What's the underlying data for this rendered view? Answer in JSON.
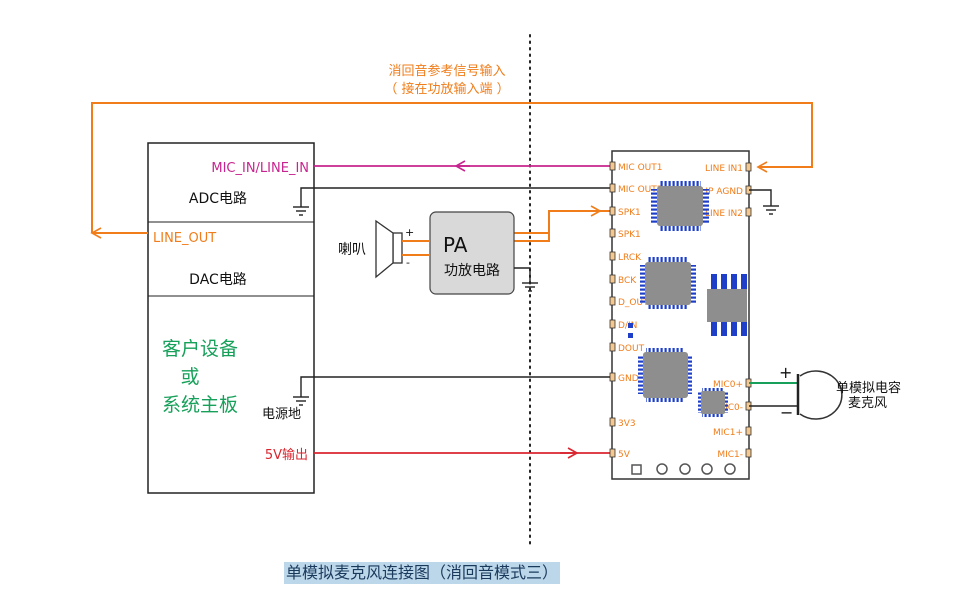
{
  "title": "单模拟麦克风连接图（消回音模式三）",
  "colors": {
    "orange": "#f07d1a",
    "magenta": "#c8248f",
    "red": "#d9262f",
    "green": "#17a05a",
    "chip": "#8e8e8e",
    "pin_blue": "#1f3fc9",
    "pa_fill": "#d9d9d9"
  },
  "echo_ref": {
    "line1": "消回音参考信号输入",
    "line2": "（ 接在功放输入端 ）"
  },
  "host": {
    "mic_in": "MIC_IN/LINE_IN",
    "adc": "ADC电路",
    "line_out": "LINE_OUT",
    "dac": "DAC电路",
    "device_line1": "客户设备",
    "device_line2": "或",
    "device_line3": "系统主板",
    "ground": "电源地",
    "power_out": "5V输出"
  },
  "pa": {
    "title": "PA",
    "subtitle": "功放电路"
  },
  "speaker": {
    "label": "喇叭",
    "plus": "+",
    "minus": "-"
  },
  "module": {
    "left_pins": [
      "MIC OUT1",
      "MIC OUT2",
      "SPK1",
      "SPK1",
      "LRCK",
      "BCK",
      "D_OUT",
      "D/IN",
      "DOUT",
      "GND",
      "3V3",
      "5V"
    ],
    "right_pins": [
      "LINE IN1",
      "HP AGND",
      "LINE IN2",
      "MIC0+",
      "MIC0-",
      "MIC1+",
      "MIC1-"
    ]
  },
  "mic": {
    "label_line1": "单模拟电容",
    "label_line2": "麦克风",
    "plus": "+",
    "minus": "−"
  }
}
